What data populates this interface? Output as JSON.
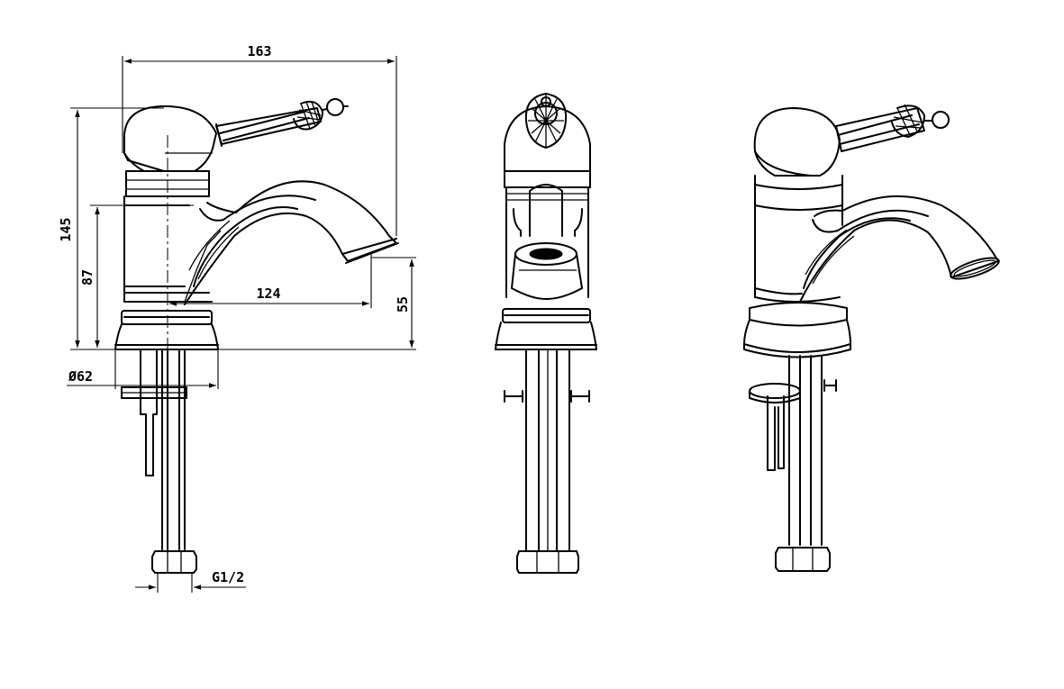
{
  "dimensions": {
    "overall_width": "163",
    "overall_height": "145",
    "spout_height": "87",
    "spout_reach": "124",
    "spout_outlet_height": "55",
    "base_diameter": "Ø62",
    "connection_thread": "G1/2"
  },
  "views": [
    "side-view",
    "front-view",
    "perspective-view"
  ],
  "colors": {
    "line": "#000000",
    "background": "#ffffff"
  }
}
